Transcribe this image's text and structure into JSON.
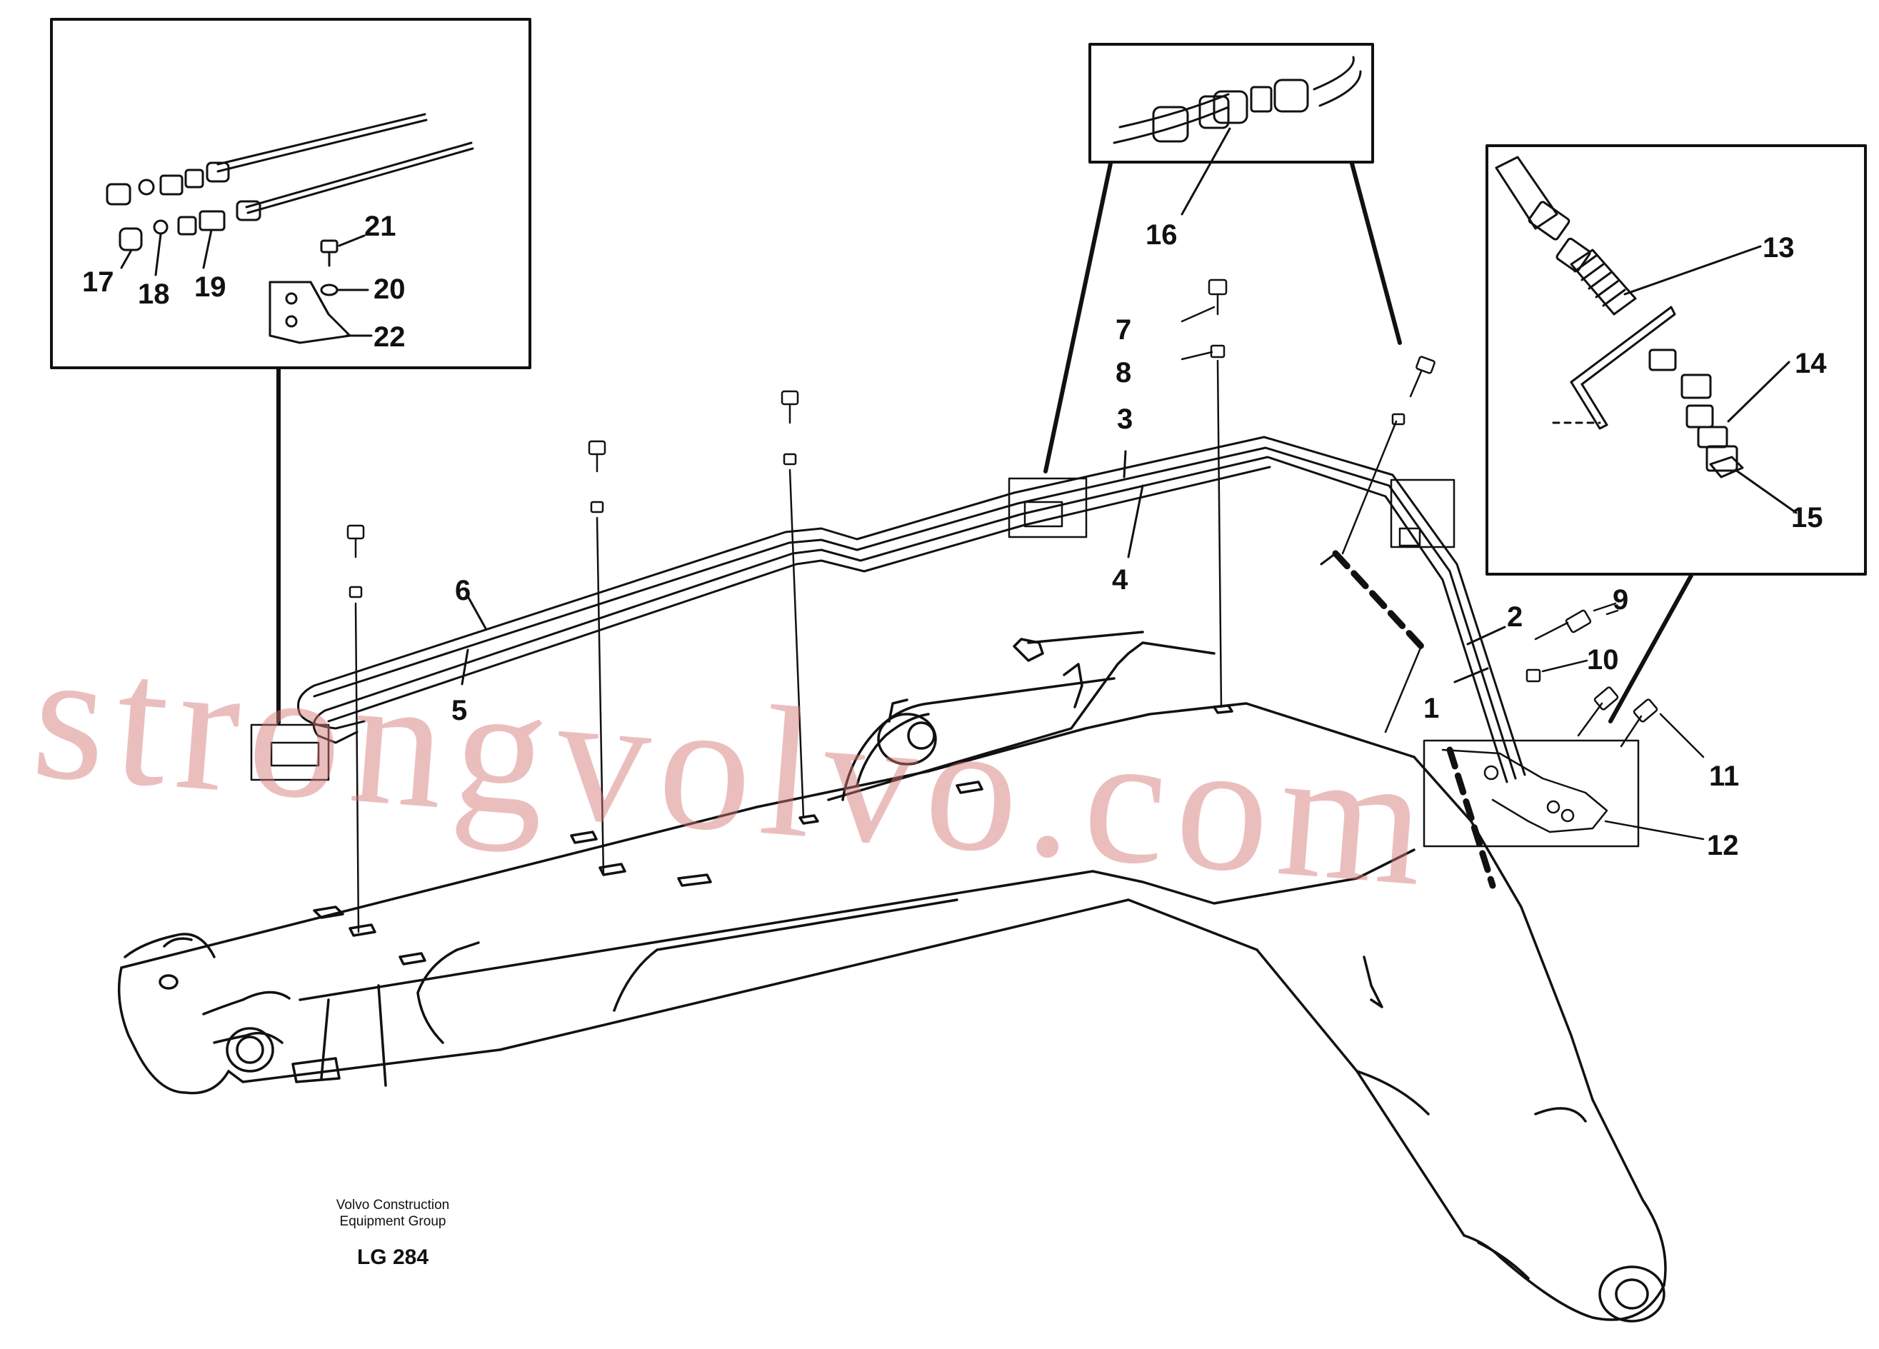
{
  "diagram": {
    "callouts": [
      "1",
      "2",
      "3",
      "4",
      "5",
      "6",
      "7",
      "8",
      "9",
      "10",
      "11",
      "12",
      "13",
      "14",
      "15",
      "16",
      "17",
      "18",
      "19",
      "20",
      "21",
      "22"
    ]
  },
  "footer": {
    "line1": "Volvo Construction",
    "line2": "Equipment Group",
    "code": "LG 284"
  },
  "watermark": "strongvolvo.com",
  "colors": {
    "line": "#111111",
    "watermark": "#d67878"
  }
}
